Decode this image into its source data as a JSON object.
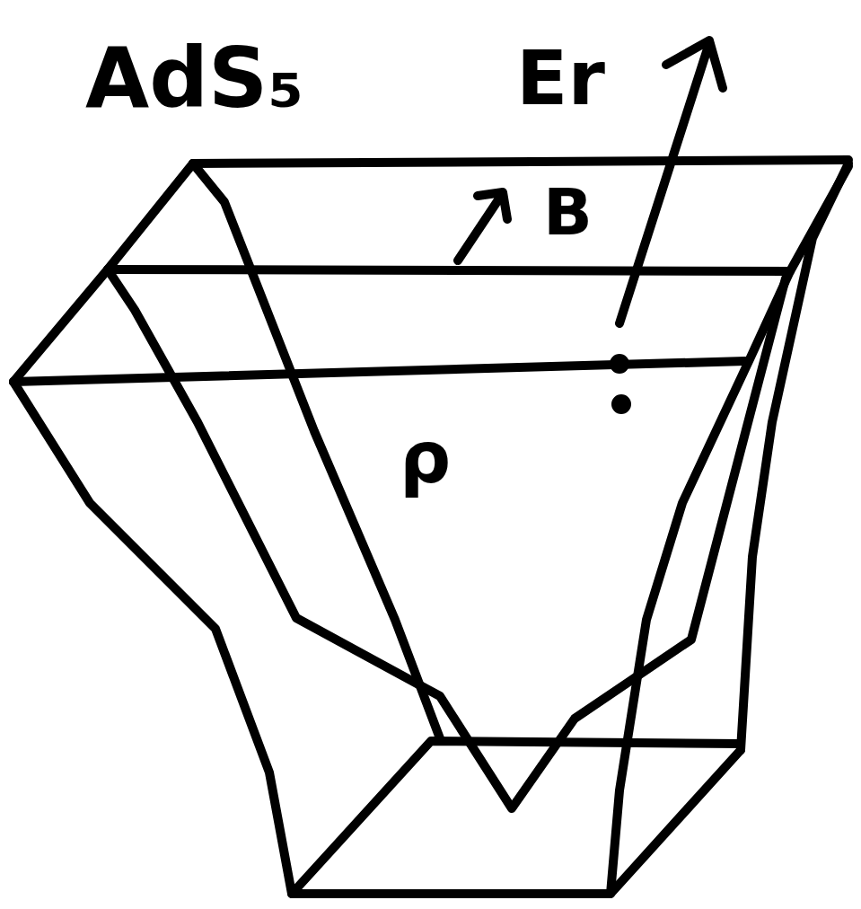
{
  "diagram": {
    "labels": [
      "AdS₅",
      "Er",
      "B",
      "ρ"
    ]
  }
}
